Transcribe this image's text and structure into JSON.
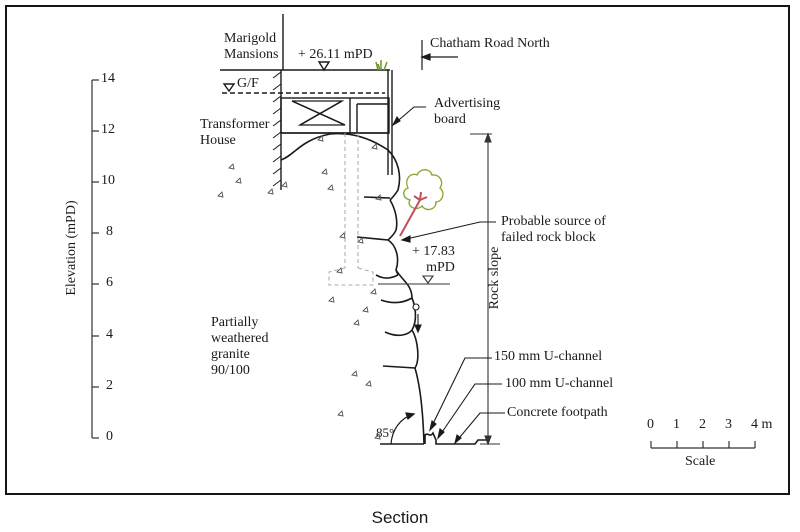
{
  "figure": {
    "caption": "Section",
    "type": "cross-section diagram"
  },
  "elevation_axis": {
    "label": "Elevation (mPD)",
    "ticks": [
      "0",
      "2",
      "4",
      "6",
      "8",
      "10",
      "12",
      "14"
    ],
    "range": [
      0,
      14
    ]
  },
  "labels": {
    "marigold_mansions": [
      "Marigold",
      "Mansions"
    ],
    "top_level": "+ 26.11 mPD",
    "chatham_road": "Chatham Road North",
    "gf": "G/F",
    "advertising_board": [
      "Advertising",
      "board"
    ],
    "transformer_house": [
      "Transformer",
      "House"
    ],
    "probable_source": [
      "Probable source of",
      "failed rock block"
    ],
    "mid_level": [
      "+ 17.83",
      "mPD"
    ],
    "rock_slope": "Rock slope",
    "granite": [
      "Partially",
      "weathered",
      "granite",
      "90/100"
    ],
    "u_channel_150": "150 mm U-channel",
    "u_channel_100": "100 mm U-channel",
    "concrete_footpath": "Concrete footpath",
    "angle": "85°"
  },
  "scale_bar": {
    "ticks": [
      "0",
      "1",
      "2",
      "3",
      "4 m"
    ],
    "label": "Scale"
  },
  "colors": {
    "line": "#1a1a1a",
    "tree_canopy": "#8aa832",
    "tree_trunk": "#c0505a",
    "grass": "#6a9a2a",
    "dashed": "#b0b0b0"
  }
}
